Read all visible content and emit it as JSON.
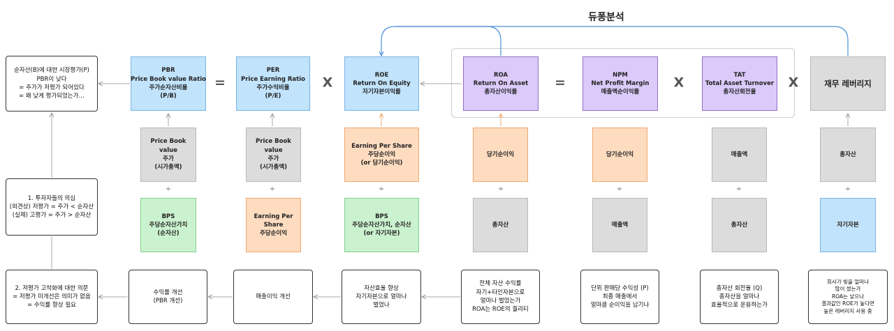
{
  "title": "듀퐁분석",
  "operators": {
    "equals": "=",
    "times": "X",
    "divide": "÷"
  },
  "notes": {
    "market_eval": [
      "순자산(B)에 대한 시장평가(P)",
      "PBR이 낮다",
      "= 주가가 저평가 되어있다",
      "= 왜 낮게 평가되었는가…"
    ],
    "question1": [
      "1. 투자자들의 의심",
      "(외견상) 저평가 = 주가 < 순자산",
      "(실제) 고평가 = 주가 > 순자산"
    ],
    "question2": [
      "2. 저평가 고착화에 대한 의문",
      "= 저평가 미개선은 의미가 없음",
      "= 수익률 향상 필요"
    ],
    "pbr_improve": [
      "수익률 개선",
      "(PBR 개선)"
    ],
    "margin_improve": [
      "매출이익 개선"
    ],
    "equity_eff": [
      "자산효율 향상",
      "자기자본으로 얼마나",
      "벌었나"
    ],
    "roa_note": [
      "전체 자산 수익률",
      "자기+타인자본으로",
      "얼마나 벌었는가",
      "ROA는 ROE의 퀄리티"
    ],
    "npm_note": [
      "단위 판매당 수익성 (P)",
      "최종 매출에서",
      "얼마큼 순이익을 남기나"
    ],
    "tat_note": [
      "총자산 회전율 (Q)",
      "총자산을 얼마나",
      "효율적으로 운용하는가"
    ],
    "lev_note": [
      "회사가 빚을 얼마나",
      "많이 썼는가",
      "ROA는 낮으나",
      "결과값인 ROE가 높다면",
      "높은 레버리지 사용 중"
    ]
  },
  "top": {
    "pbr": [
      "PBR",
      "Price Book value Ratio",
      "주가순자산비율",
      "(P/B)"
    ],
    "per": [
      "PER",
      "Price Earning Ratio",
      "주가수익비율",
      "(P/E)"
    ],
    "roe": [
      "ROE",
      "Return On Equity",
      "자기자본이익률"
    ],
    "roa": [
      "ROA",
      "Return On Asset",
      "총자산이익률"
    ],
    "npm": [
      "NPM",
      "Net Profit Margin",
      "매출액순이익률"
    ],
    "tat": [
      "TAT",
      "Total Asset Turnover",
      "총자산회전율"
    ],
    "lev": [
      "재무 레버리지"
    ]
  },
  "numerators": {
    "pbr": [
      "Price Book",
      "value",
      "주가",
      "(시가총액)"
    ],
    "per": [
      "Price Book",
      "value",
      "주가",
      "(시가총액)"
    ],
    "roe": [
      "Earning Per Share",
      "주당순이익",
      "(or 당기순이익)"
    ],
    "roa": [
      "당기순이익"
    ],
    "npm": [
      "당기순이익"
    ],
    "tat": [
      "매출액"
    ],
    "lev": [
      "총자산"
    ]
  },
  "denominators": {
    "pbr": [
      "BPS",
      "주당순자산가치",
      "(순자산)"
    ],
    "per": [
      "Earning Per",
      "Share",
      "주당순이익"
    ],
    "roe": [
      "BPS",
      "주당순자산가치, 순자산",
      "(or 자기자본)"
    ],
    "roa": [
      "총자산"
    ],
    "npm": [
      "매출액"
    ],
    "tat": [
      "총자산"
    ],
    "lev": [
      "자기자본"
    ]
  },
  "colors": {
    "blue": "#c1e3fb",
    "purple": "#dccafa",
    "gray": "#dcdcdc",
    "orange": "#fddcc0",
    "green": "#cbf2cf",
    "arrow_blue": "#4a90d9"
  }
}
